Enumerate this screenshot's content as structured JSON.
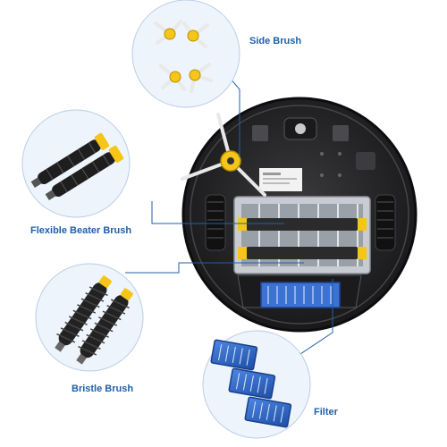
{
  "labels": {
    "side_brush": "Side Brush",
    "flexible_beater_brush": "Flexible Beater Brush",
    "bristle_brush": "Bristle Brush",
    "filter": "Filter"
  },
  "colors": {
    "callout_circle_bg": "#eef4fb",
    "callout_circle_border": "#b9cde6",
    "leader_line": "#1f5fa8",
    "label_text": "#1f5fa8",
    "robot_body": "#2a2a2c",
    "beater_yellow": "#f5c518",
    "filter_blue": "#2a64c8"
  },
  "icons": {
    "side_brush_part": "three-arm-side-brush-icon",
    "beater_brush_part": "rubber-flex-brush-icon",
    "bristle_brush_part": "bristle-roller-icon",
    "filter_part": "hepa-filter-icon",
    "robot": "robot-vacuum-underside-icon"
  }
}
